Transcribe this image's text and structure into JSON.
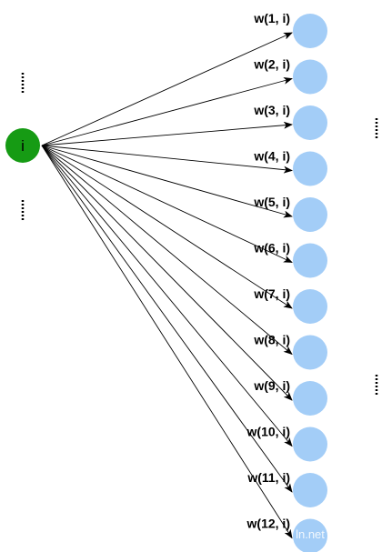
{
  "diagram": {
    "source_node": {
      "label": "i",
      "color": "#169b14"
    },
    "target_color": "#a3cdf7",
    "edges": [
      {
        "label": "w(1, i)"
      },
      {
        "label": "w(2, i)"
      },
      {
        "label": "w(3, i)"
      },
      {
        "label": "w(4, i)"
      },
      {
        "label": "w(5, i)"
      },
      {
        "label": "w(6, i)"
      },
      {
        "label": "w(7, i)"
      },
      {
        "label": "w(8, i)"
      },
      {
        "label": "w(9, i)"
      },
      {
        "label": "w(10, i)"
      },
      {
        "label": "w(11, i)"
      },
      {
        "label": "w(12, i)"
      }
    ],
    "watermark": "ln.net"
  }
}
